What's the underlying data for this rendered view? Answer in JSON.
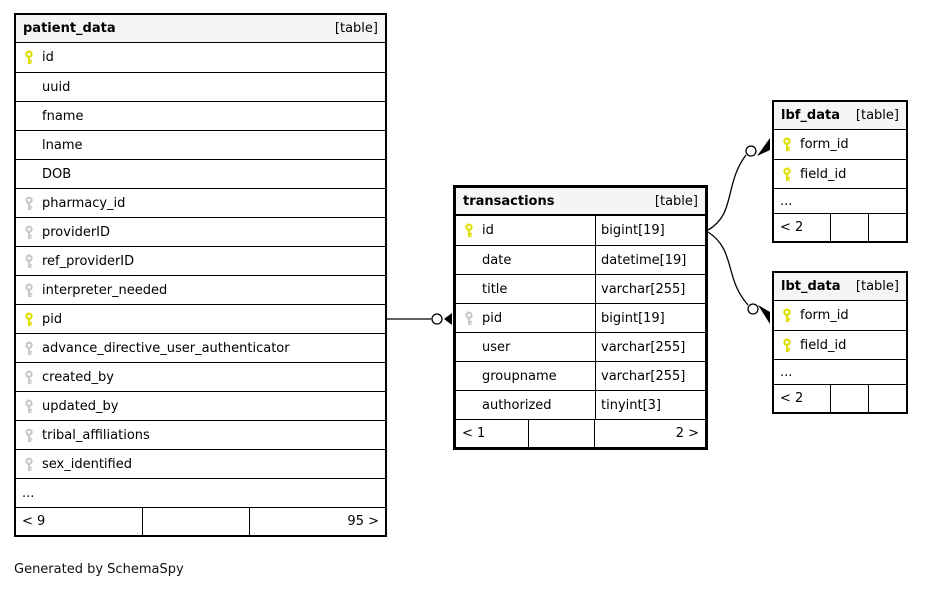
{
  "diagram": {
    "generated_by": "Generated by SchemaSpy",
    "colors": {
      "primary_key": "#dfdf00",
      "index_key": "#c9c9c9",
      "header_bg": "#f5f5f5",
      "border": "#000000"
    },
    "tables": [
      {
        "id": "patient_data",
        "title": "patient_data",
        "badge": "[table]",
        "columns": [
          {
            "name": "id",
            "key": "primary"
          },
          {
            "name": "uuid",
            "key": "none"
          },
          {
            "name": "fname",
            "key": "none"
          },
          {
            "name": "lname",
            "key": "none"
          },
          {
            "name": "DOB",
            "key": "none"
          },
          {
            "name": "pharmacy_id",
            "key": "index"
          },
          {
            "name": "providerID",
            "key": "index"
          },
          {
            "name": "ref_providerID",
            "key": "index"
          },
          {
            "name": "interpreter_needed",
            "key": "index"
          },
          {
            "name": "pid",
            "key": "primary"
          },
          {
            "name": "advance_directive_user_authenticator",
            "key": "index"
          },
          {
            "name": "created_by",
            "key": "index"
          },
          {
            "name": "updated_by",
            "key": "index"
          },
          {
            "name": "tribal_affiliations",
            "key": "index"
          },
          {
            "name": "sex_identified",
            "key": "index"
          }
        ],
        "ellipsis": "...",
        "footer": {
          "left": "< 9",
          "mid": "",
          "right": "95 >"
        }
      },
      {
        "id": "transactions",
        "title": "transactions",
        "badge": "[table]",
        "columns": [
          {
            "name": "id",
            "key": "primary",
            "type": "bigint[19]"
          },
          {
            "name": "date",
            "key": "none",
            "type": "datetime[19]"
          },
          {
            "name": "title",
            "key": "none",
            "type": "varchar[255]"
          },
          {
            "name": "pid",
            "key": "index",
            "type": "bigint[19]"
          },
          {
            "name": "user",
            "key": "none",
            "type": "varchar[255]"
          },
          {
            "name": "groupname",
            "key": "none",
            "type": "varchar[255]"
          },
          {
            "name": "authorized",
            "key": "none",
            "type": "tinyint[3]"
          }
        ],
        "footer": {
          "left": "< 1",
          "mid": "",
          "right": "2 >"
        }
      },
      {
        "id": "lbf_data",
        "title": "lbf_data",
        "badge": "[table]",
        "columns": [
          {
            "name": "form_id",
            "key": "primary"
          },
          {
            "name": "field_id",
            "key": "primary"
          }
        ],
        "ellipsis": "...",
        "footer": {
          "left": "< 2",
          "mid": "",
          "right": ""
        }
      },
      {
        "id": "lbt_data",
        "title": "lbt_data",
        "badge": "[table]",
        "columns": [
          {
            "name": "form_id",
            "key": "primary"
          },
          {
            "name": "field_id",
            "key": "primary"
          }
        ],
        "ellipsis": "...",
        "footer": {
          "left": "< 2",
          "mid": "",
          "right": ""
        }
      }
    ],
    "relationships": [
      {
        "from": "patient_data.pid",
        "to": "transactions.pid"
      },
      {
        "from": "transactions.id",
        "to": "lbf_data.form_id"
      },
      {
        "from": "transactions.id",
        "to": "lbt_data.form_id"
      }
    ]
  }
}
